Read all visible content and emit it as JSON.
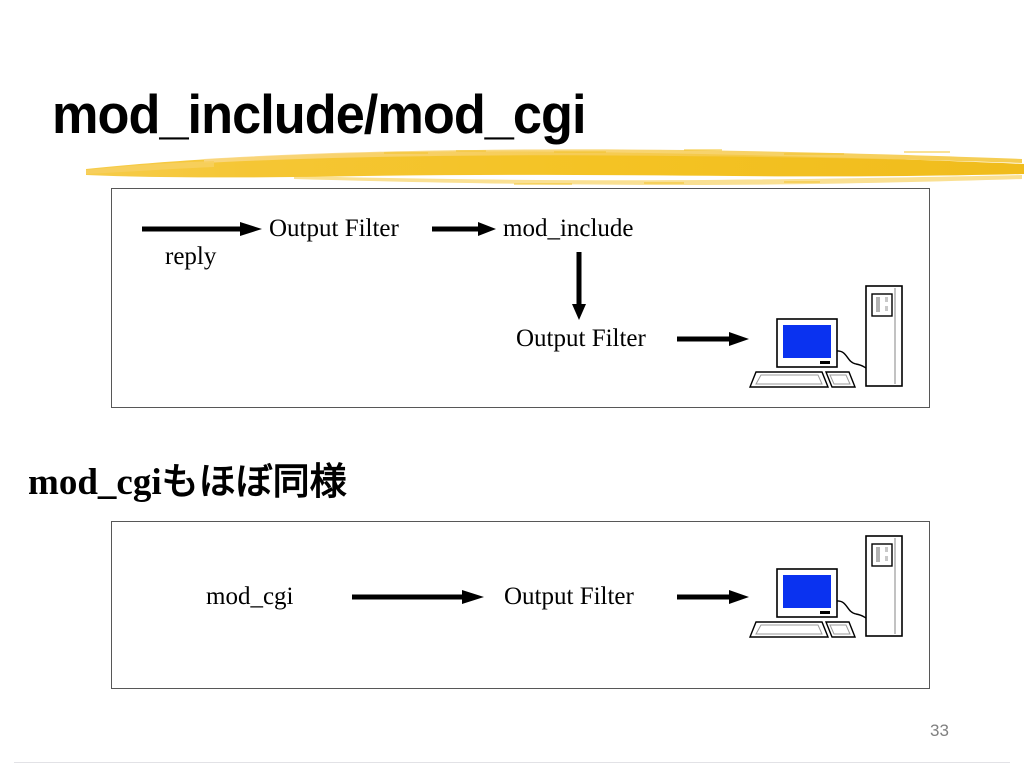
{
  "slide": {
    "title": "mod_include/mod_cgi",
    "page_number": "33",
    "background_color": "#ffffff",
    "accent_color": "#f2c12e",
    "screen_color": "#0a32f0",
    "box_border_color": "#575757"
  },
  "section_heading": "mod_cgiもほぼ同様",
  "diagram_1": {
    "name": "mod_include request flow",
    "reply_label": "reply",
    "output_filter_1": "Output Filter",
    "mod_include": "mod_include",
    "output_filter_2": "Output Filter",
    "client_icon": "computer-icon",
    "arrows": [
      {
        "name": "arrow-reply-to-output-filter",
        "direction": "right"
      },
      {
        "name": "arrow-output-filter-to-mod-include",
        "direction": "right"
      },
      {
        "name": "arrow-mod-include-to-output-filter",
        "direction": "down"
      },
      {
        "name": "arrow-output-filter-to-client",
        "direction": "right"
      }
    ]
  },
  "diagram_2": {
    "name": "mod_cgi request flow",
    "mod_cgi": "mod_cgi",
    "output_filter": "Output Filter",
    "client_icon": "computer-icon",
    "arrows": [
      {
        "name": "arrow-mod-cgi-to-output-filter",
        "direction": "right"
      },
      {
        "name": "arrow-output-filter-to-client",
        "direction": "right"
      }
    ]
  }
}
